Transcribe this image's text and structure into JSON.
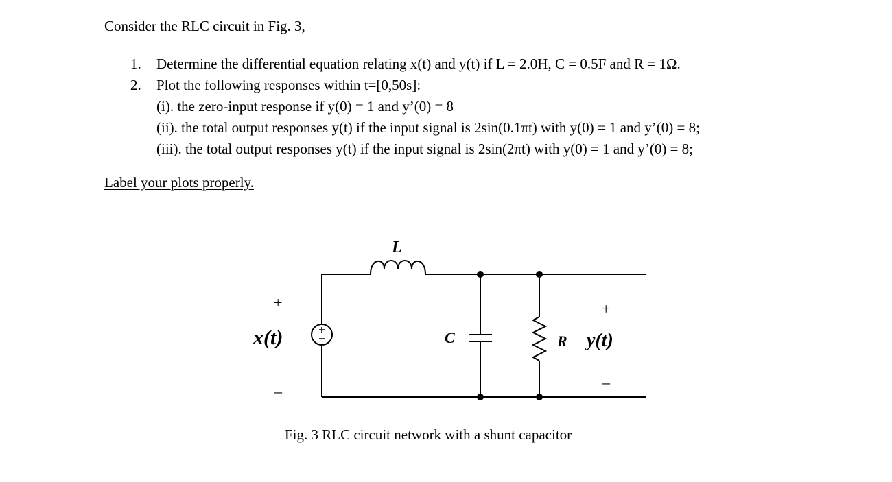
{
  "intro": "Consider the RLC circuit in Fig. 3,",
  "questions": [
    {
      "number": "1.",
      "text": "Determine the differential equation relating x(t) and y(t) if L = 2.0H, C = 0.5F and R = 1Ω."
    },
    {
      "number": "2.",
      "text": "Plot the following responses within t=[0,50s]:",
      "sub": [
        "(i). the zero-input response if y(0) = 1 and y’(0) = 8",
        "(ii). the total output responses y(t) if the input signal is 2sin(0.1πt) with y(0) = 1 and y’(0) = 8;",
        "(iii). the total output responses y(t) if the input signal is 2sin(2πt) with y(0) = 1 and y’(0) = 8;"
      ]
    }
  ],
  "note": "Label your plots properly.",
  "figure": {
    "labels": {
      "inductor": "L",
      "capacitor": "C",
      "resistor": "R",
      "input": "x(t)",
      "output": "y(t)",
      "plus": "+",
      "minus": "–"
    },
    "caption": "Fig. 3 RLC circuit network with a shunt capacitor"
  }
}
